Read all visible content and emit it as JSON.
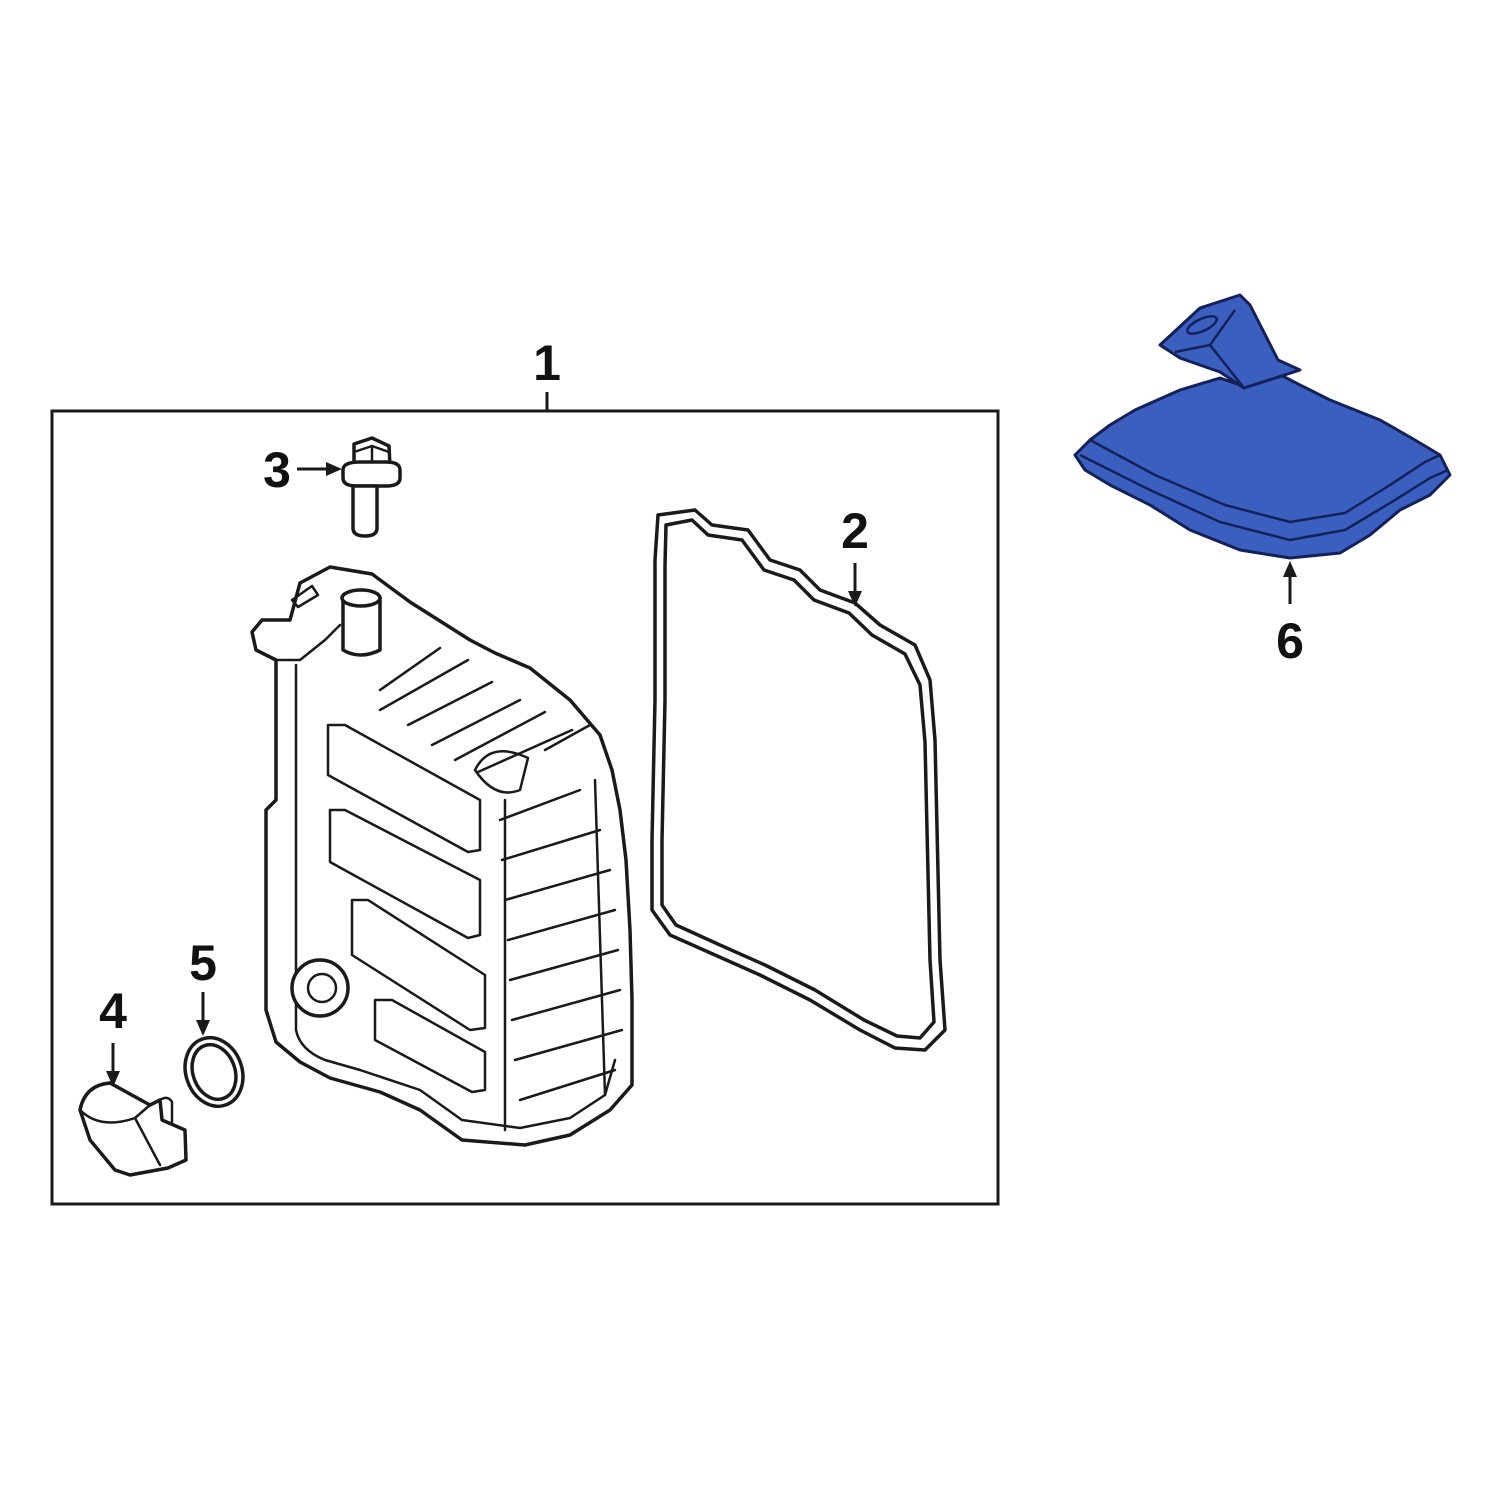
{
  "callouts": [
    {
      "id": "1",
      "label": "1"
    },
    {
      "id": "2",
      "label": "2"
    },
    {
      "id": "3",
      "label": "3"
    },
    {
      "id": "4",
      "label": "4"
    },
    {
      "id": "5",
      "label": "5"
    },
    {
      "id": "6",
      "label": "6"
    }
  ],
  "colors": {
    "line": "#1a1a1a",
    "highlight_fill": "#3a5fbf",
    "highlight_stroke": "#14205a",
    "background": "#ffffff"
  },
  "highlighted_part": "6"
}
